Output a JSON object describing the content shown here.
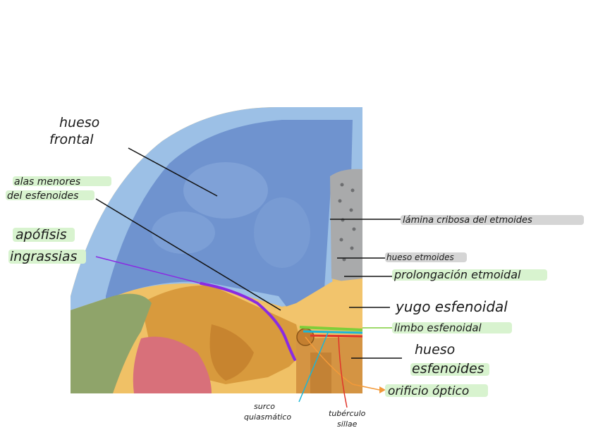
{
  "labels": {
    "hueso_frontal_1": "hueso",
    "hueso_frontal_2": "frontal",
    "alas_menores_1": "alas menores",
    "alas_menores_2": "del esfenoides",
    "apofisis_1": "apófisis",
    "apofisis_2": "ingrassias",
    "lamina_cribosa": "lámina cribosa del etmoides",
    "hueso_etmoides": "hueso etmoides",
    "prolongacion": "prolongación etmoidal",
    "yugo": "yugo esfenoidal",
    "limbo": "limbo esfenoidal",
    "hueso_esfenoides_1": "hueso",
    "hueso_esfenoides_2": "esfenoides",
    "orificio_optico": "orificio óptico",
    "surco_1": "surco",
    "surco_2": "quiasmático",
    "tuberculo_1": "tubérculo",
    "tuberculo_2": "sillae"
  },
  "colors": {
    "frontal_bone": "#6f93cf",
    "skull_rim": "#9cc0e6",
    "ethmoid": "#a9aaab",
    "sphenoid": "#d89a3d",
    "sphenoid_light": "#f2c46c",
    "green_region": "#8fa46a",
    "pink_region": "#d8707a",
    "purple_line": "#8a2be2",
    "cyan_line": "#19b6d8",
    "red_line": "#e0342a",
    "orange_line": "#f29a3a",
    "green_line": "#7fce3a",
    "label_highlight": "#d8f3cf"
  }
}
